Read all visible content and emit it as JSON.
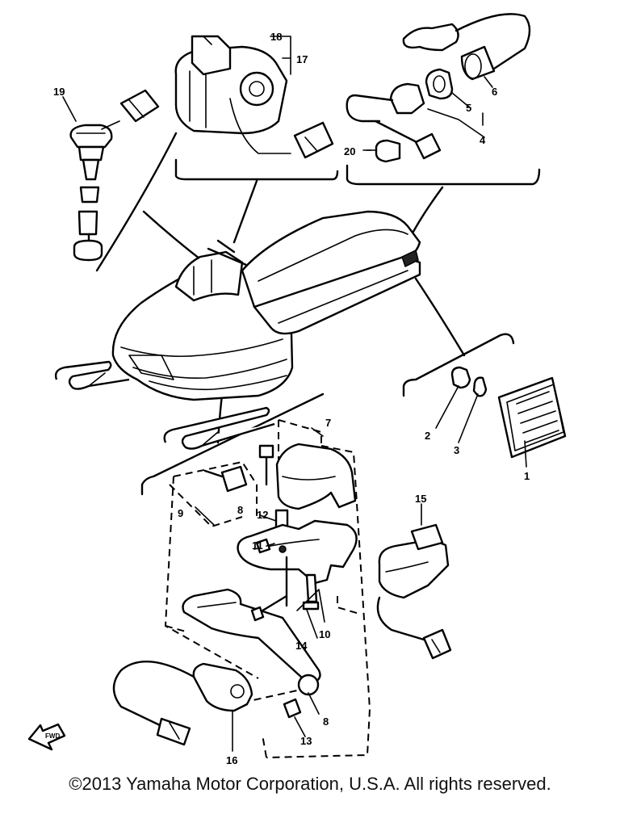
{
  "diagram": {
    "callouts": [
      {
        "id": "c1",
        "label": "1"
      },
      {
        "id": "c2",
        "label": "2"
      },
      {
        "id": "c3",
        "label": "3"
      },
      {
        "id": "c4",
        "label": "4"
      },
      {
        "id": "c5",
        "label": "5"
      },
      {
        "id": "c6",
        "label": "6"
      },
      {
        "id": "c7",
        "label": "7"
      },
      {
        "id": "c8",
        "label": "8"
      },
      {
        "id": "c9",
        "label": "9"
      },
      {
        "id": "c10",
        "label": "10"
      },
      {
        "id": "c11",
        "label": "11"
      },
      {
        "id": "c12",
        "label": "12"
      },
      {
        "id": "c13",
        "label": "13"
      },
      {
        "id": "c14",
        "label": "14"
      },
      {
        "id": "c15",
        "label": "15"
      },
      {
        "id": "c16",
        "label": "16"
      },
      {
        "id": "c17",
        "label": "17"
      },
      {
        "id": "c18",
        "label": "18"
      },
      {
        "id": "c19",
        "label": "19"
      },
      {
        "id": "c20",
        "label": "20"
      },
      {
        "id": "c21",
        "label": "8"
      }
    ],
    "front_arrow": "FWD",
    "copyright": "©2013 Yamaha Motor Corporation, U.S.A. All rights reserved."
  }
}
